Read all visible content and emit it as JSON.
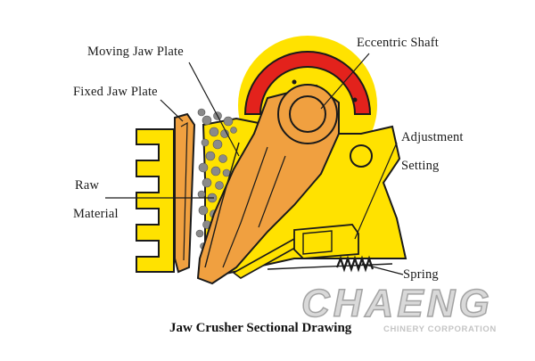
{
  "labels": {
    "moving_jaw_plate": "Moving Jaw Plate",
    "fixed_jaw_plate": "Fixed Jaw Plate",
    "eccentric_shaft": "Eccentric Shaft",
    "adjustment": "Adjustment",
    "setting": "Setting",
    "raw": "Raw",
    "material": "Material",
    "spring": "Spring"
  },
  "caption": "Jaw Crusher Sectional Drawing",
  "watermark": {
    "brand": "CHAENG",
    "subtitle": "CHINERY CORPORATION"
  },
  "colors": {
    "body_yellow": "#ffe200",
    "flywheel_red": "#e3221c",
    "jaw_orange": "#f0a040",
    "outline": "#1a1a1a",
    "stone_gray": "#8a8a8a"
  }
}
